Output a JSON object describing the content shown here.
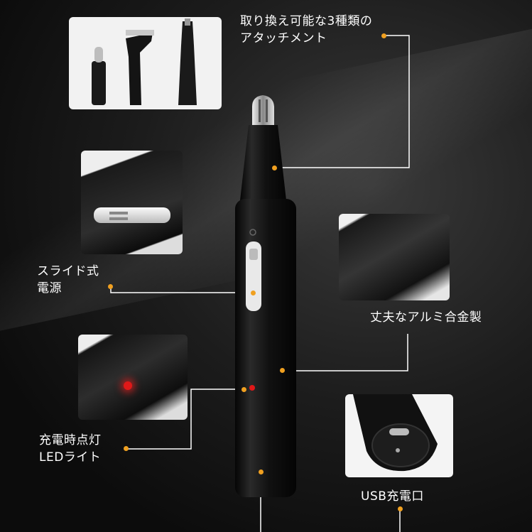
{
  "labels": {
    "attachments": "取り換え可能な3種類の\nアタッチメント",
    "slide_power": "スライド式\n電源",
    "aluminum": "丈夫なアルミ合金製",
    "charging_led": "充電時点灯\nLEDライト",
    "usb_port": "USB充電口"
  },
  "colors": {
    "accent_dot": "#f0a020",
    "leader_line": "#ffffff",
    "led_red": "#e01818"
  }
}
